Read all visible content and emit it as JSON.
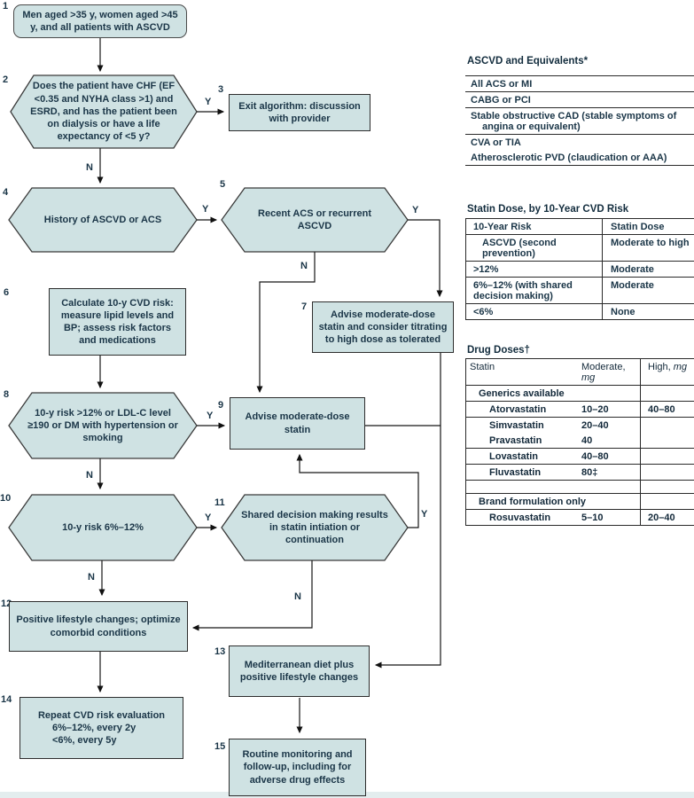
{
  "flow": {
    "nodes": [
      {
        "num": "1",
        "text": "Men aged >35 y, women aged >45 y, and all patients with ASCVD"
      },
      {
        "num": "2",
        "text": "Does the patient have CHF (EF <0.35 and NYHA class >1) and ESRD, and has the patient been on dialysis or have a life expectancy of <5 y?"
      },
      {
        "num": "3",
        "text": "Exit algorithm: discussion with provider"
      },
      {
        "num": "4",
        "text": "History of ASCVD or ACS"
      },
      {
        "num": "5",
        "text": "Recent ACS or recurrent ASCVD"
      },
      {
        "num": "6",
        "text": "Calculate 10-y CVD risk: measure lipid levels and BP; assess risk factors and medications"
      },
      {
        "num": "7",
        "text": "Advise moderate-dose statin and consider titrating to high dose as tolerated"
      },
      {
        "num": "8",
        "text": "10-y risk >12% or LDL-C level ≥190 or DM with hypertension or smoking"
      },
      {
        "num": "9",
        "text": "Advise moderate-dose statin"
      },
      {
        "num": "10",
        "text": "10-y risk 6%–12%"
      },
      {
        "num": "11",
        "text": "Shared decision making results in statin intiation or continuation"
      },
      {
        "num": "12",
        "text": "Positive lifestyle changes; optimize comorbid conditions"
      },
      {
        "num": "13",
        "text": "Mediterranean diet plus positive lifestyle changes"
      },
      {
        "num": "14",
        "line1": "Repeat CVD risk evaluation",
        "line2": "6%–12%, every 2y",
        "line3": "<6%, every 5y"
      },
      {
        "num": "15",
        "text": "Routine monitoring and follow-up, including for adverse drug effects"
      }
    ],
    "edge_labels": [
      "Y",
      "N",
      "Y",
      "Y",
      "N",
      "Y",
      "N",
      "Y",
      "N",
      "Y",
      "N"
    ]
  },
  "tables": {
    "ascvd": {
      "title": "ASCVD and Equivalents*",
      "rows": [
        "All ACS or MI",
        "CABG or PCI",
        "Stable obstructive CAD (stable symptoms of angina or equivalent)",
        "CVA or TIA",
        "Atherosclerotic PVD (claudication or AAA)"
      ]
    },
    "statin_dose": {
      "title": "Statin Dose, by 10-Year CVD Risk",
      "col1": "10-Year Risk",
      "col2": "Statin Dose",
      "rows": [
        {
          "risk": "ASCVD (second prevention)",
          "dose": "Moderate to high"
        },
        {
          "risk": ">12%",
          "dose": "Moderate"
        },
        {
          "risk": "6%–12% (with shared decision making)",
          "dose": "Moderate"
        },
        {
          "risk": "<6%",
          "dose": "None"
        }
      ]
    },
    "drug_doses": {
      "title": "Drug Doses†",
      "col1": "Statin",
      "col2_label": "Moderate, ",
      "col2_unit": "mg",
      "col3_label": "High, ",
      "col3_unit": "mg",
      "group1": "Generics available",
      "group2": "Brand formulation only",
      "rows1": [
        {
          "name": "Atorvastatin",
          "moderate": "10–20",
          "high": "40–80"
        },
        {
          "name": "Simvastatin",
          "moderate": "20–40",
          "high": ""
        },
        {
          "name": "Pravastatin",
          "moderate": "40",
          "high": ""
        },
        {
          "name": "Lovastatin",
          "moderate": "40–80",
          "high": ""
        },
        {
          "name": "Fluvastatin",
          "moderate": "80‡",
          "high": ""
        }
      ],
      "rows2": [
        {
          "name": "Rosuvastatin",
          "moderate": "5–10",
          "high": "20–40"
        }
      ]
    }
  },
  "colors": {
    "box_fill": "#cfe2e3",
    "text": "#1a3547",
    "line": "#1a1a1a"
  }
}
